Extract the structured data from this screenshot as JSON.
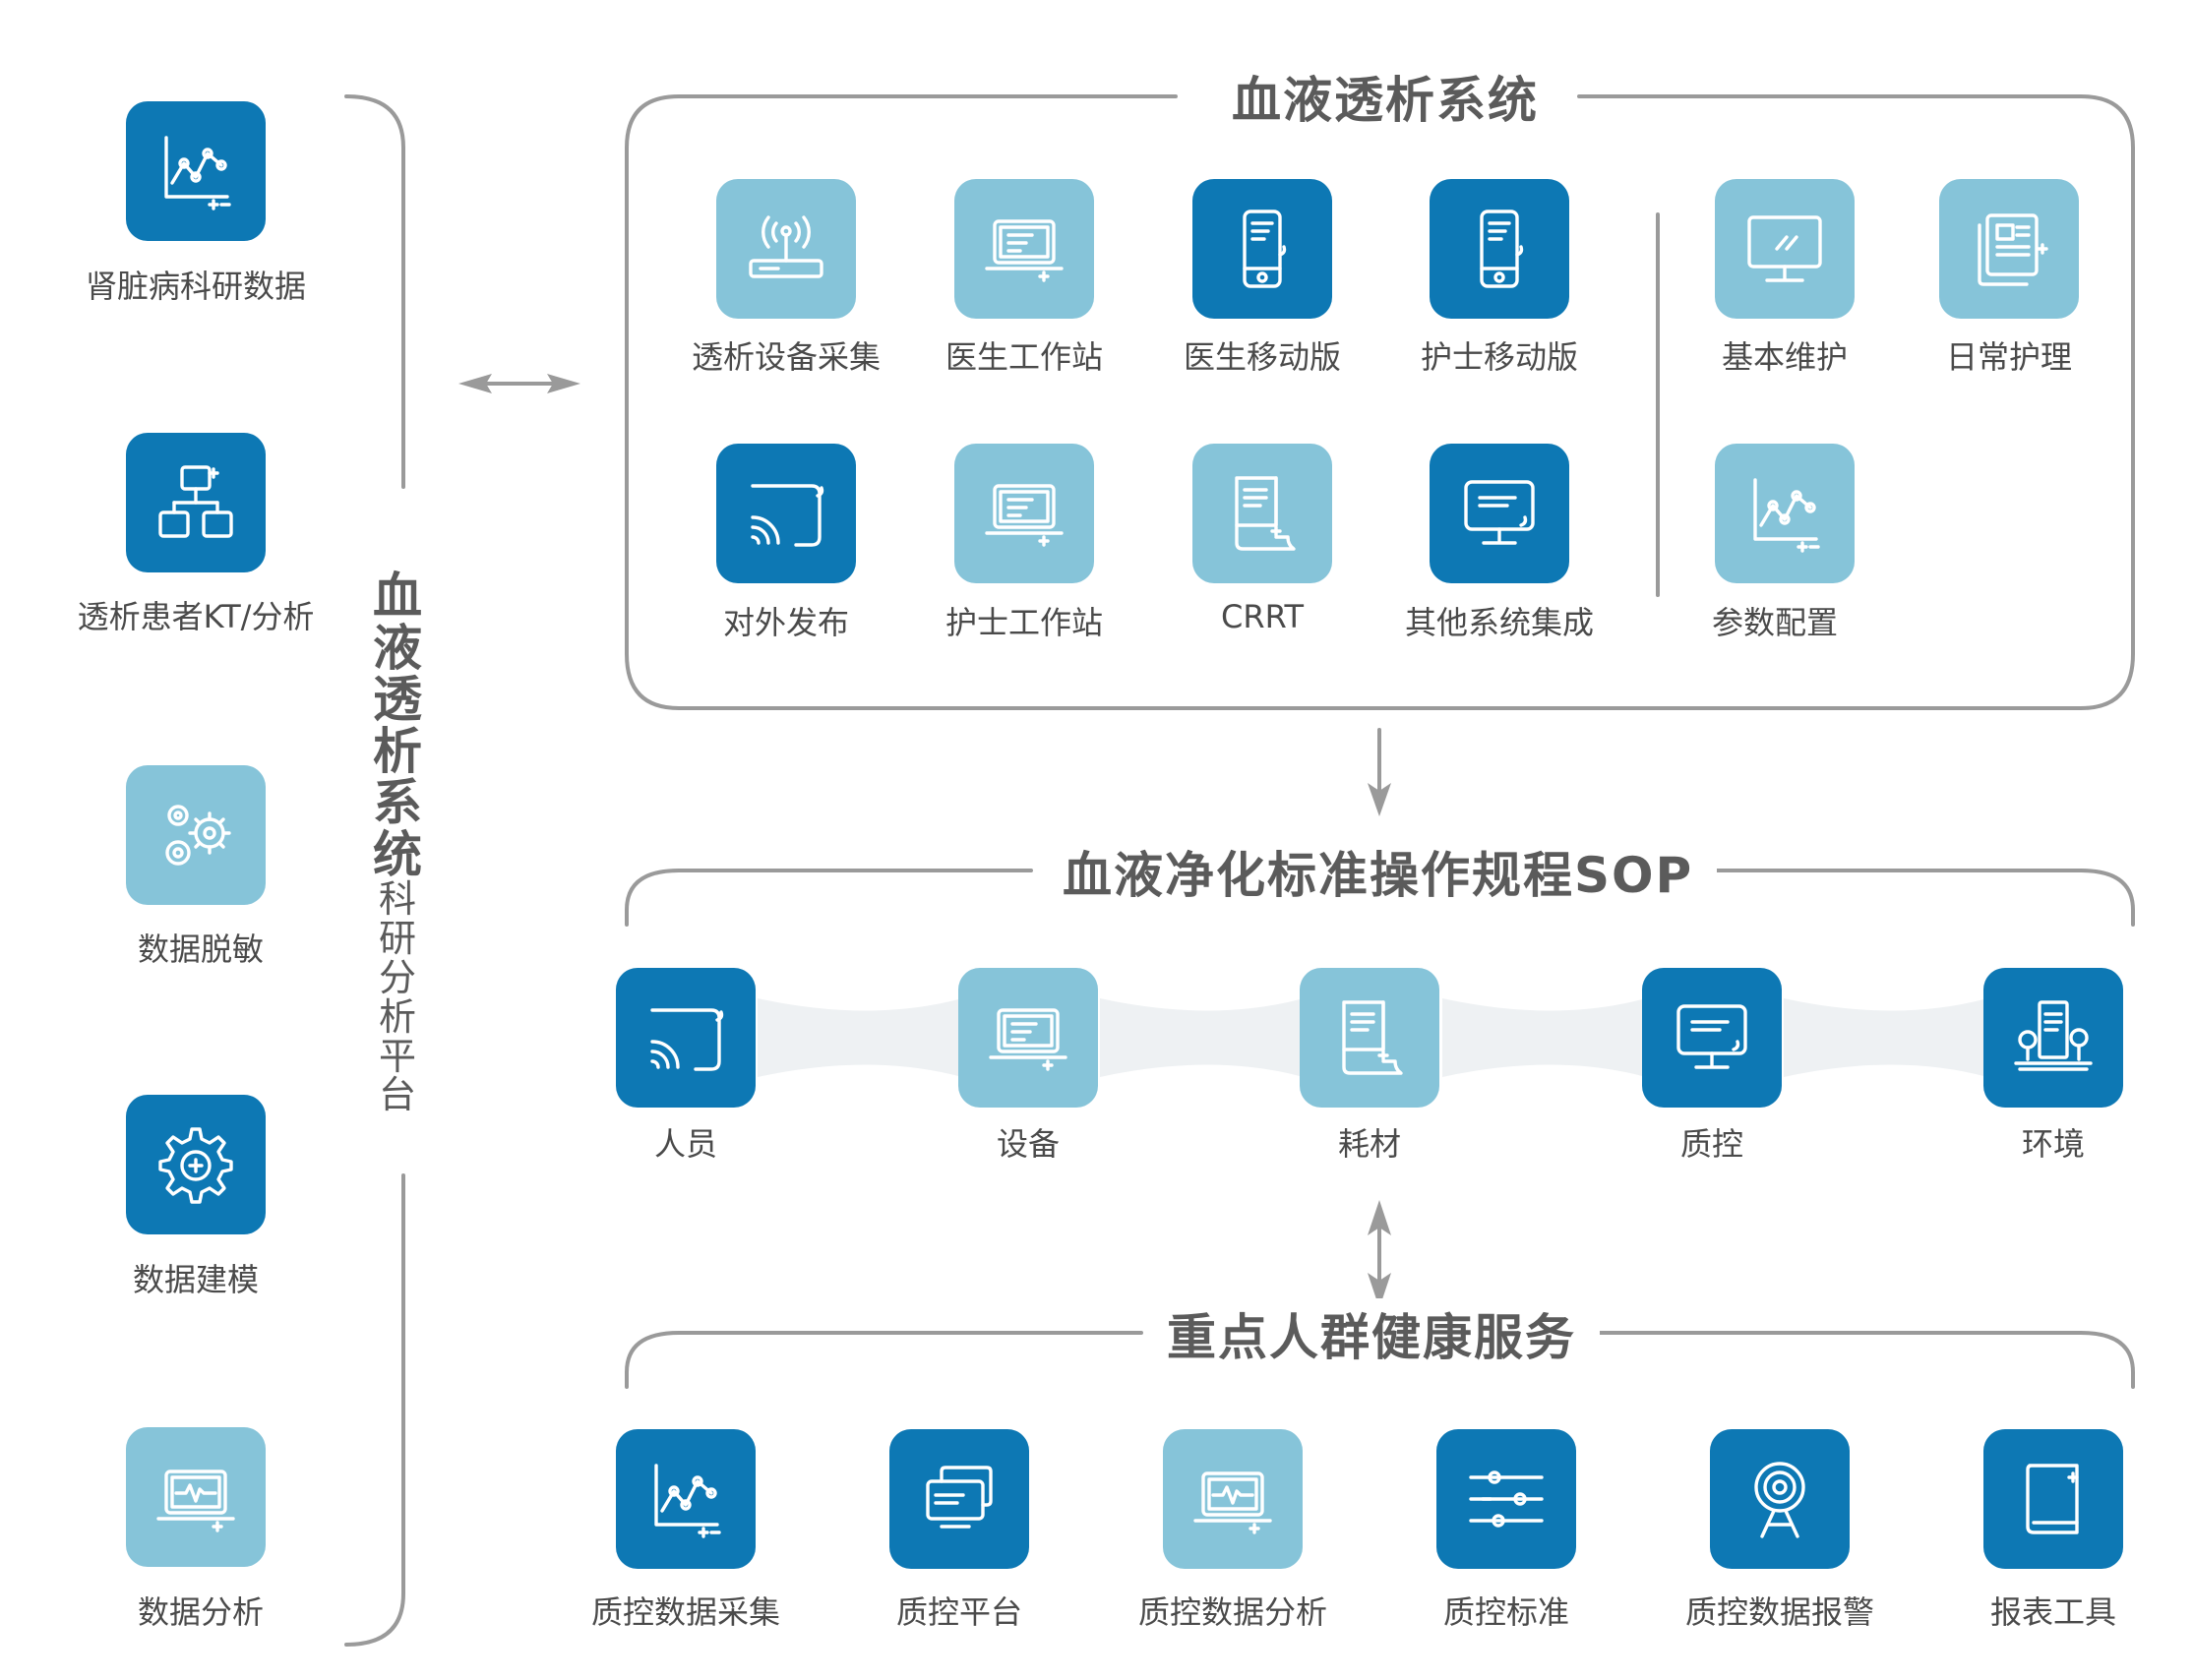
{
  "left_panel": {
    "items": [
      {
        "label": "肾脏病科研数据",
        "icon": "line-chart-icon",
        "style": "dark"
      },
      {
        "label": "透析患者KT/分析",
        "icon": "flowchart-icon",
        "style": "dark"
      },
      {
        "label": "数据脱敏",
        "icon": "gears-icon",
        "style": "light"
      },
      {
        "label": "数据建模",
        "icon": "gear-icon",
        "style": "dark"
      },
      {
        "label": "数据分析",
        "icon": "laptop-pulse-icon",
        "style": "light"
      }
    ],
    "vertical_title_main": [
      "血",
      "液",
      "透",
      "析",
      "系",
      "统"
    ],
    "vertical_title_sub": [
      "科",
      "研",
      "分",
      "析",
      "平",
      "台"
    ]
  },
  "dialysis_system": {
    "title": "血液透析系统",
    "items": [
      {
        "label": "透析设备采集",
        "icon": "router-icon",
        "style": "light"
      },
      {
        "label": "医生工作站",
        "icon": "laptop-icon",
        "style": "light"
      },
      {
        "label": "医生移动版",
        "icon": "mobile-icon",
        "style": "dark"
      },
      {
        "label": "护士移动版",
        "icon": "mobile-icon",
        "style": "dark"
      },
      {
        "label": "对外发布",
        "icon": "broadcast-icon",
        "style": "dark"
      },
      {
        "label": "护士工作站",
        "icon": "laptop-icon",
        "style": "light"
      },
      {
        "label": "CRRT",
        "icon": "document-icon",
        "style": "light"
      },
      {
        "label": "其他系统集成",
        "icon": "monitor-icon",
        "style": "dark"
      }
    ],
    "side_items": [
      {
        "label": "基本维护",
        "icon": "desktop-icon",
        "style": "light"
      },
      {
        "label": "日常护理",
        "icon": "documents-icon",
        "style": "light"
      },
      {
        "label": "参数配置",
        "icon": "line-chart-icon",
        "style": "light"
      }
    ]
  },
  "sop": {
    "title": "血液净化标准操作规程SOP",
    "items": [
      {
        "label": "人员",
        "icon": "broadcast-icon",
        "style": "dark"
      },
      {
        "label": "设备",
        "icon": "laptop-icon",
        "style": "light"
      },
      {
        "label": "耗材",
        "icon": "document-icon",
        "style": "light"
      },
      {
        "label": "质控",
        "icon": "monitor-icon",
        "style": "dark"
      },
      {
        "label": "环境",
        "icon": "building-trees-icon",
        "style": "dark"
      }
    ]
  },
  "key_population": {
    "title": "重点人群健康服务",
    "items": [
      {
        "label": "质控数据采集",
        "icon": "line-chart-icon",
        "style": "dark"
      },
      {
        "label": "质控平台",
        "icon": "screens-icon",
        "style": "dark"
      },
      {
        "label": "质控数据分析",
        "icon": "laptop-pulse-icon",
        "style": "light"
      },
      {
        "label": "质控标准",
        "icon": "sliders-icon",
        "style": "dark"
      },
      {
        "label": "质控数据报警",
        "icon": "signal-tower-icon",
        "style": "dark"
      },
      {
        "label": "报表工具",
        "icon": "book-icon",
        "style": "dark"
      }
    ]
  },
  "colors": {
    "dark_tile": "#0d78b4",
    "light_tile": "#86c4d9",
    "line": "#9a9a9a",
    "text": "#4a4a4a"
  }
}
